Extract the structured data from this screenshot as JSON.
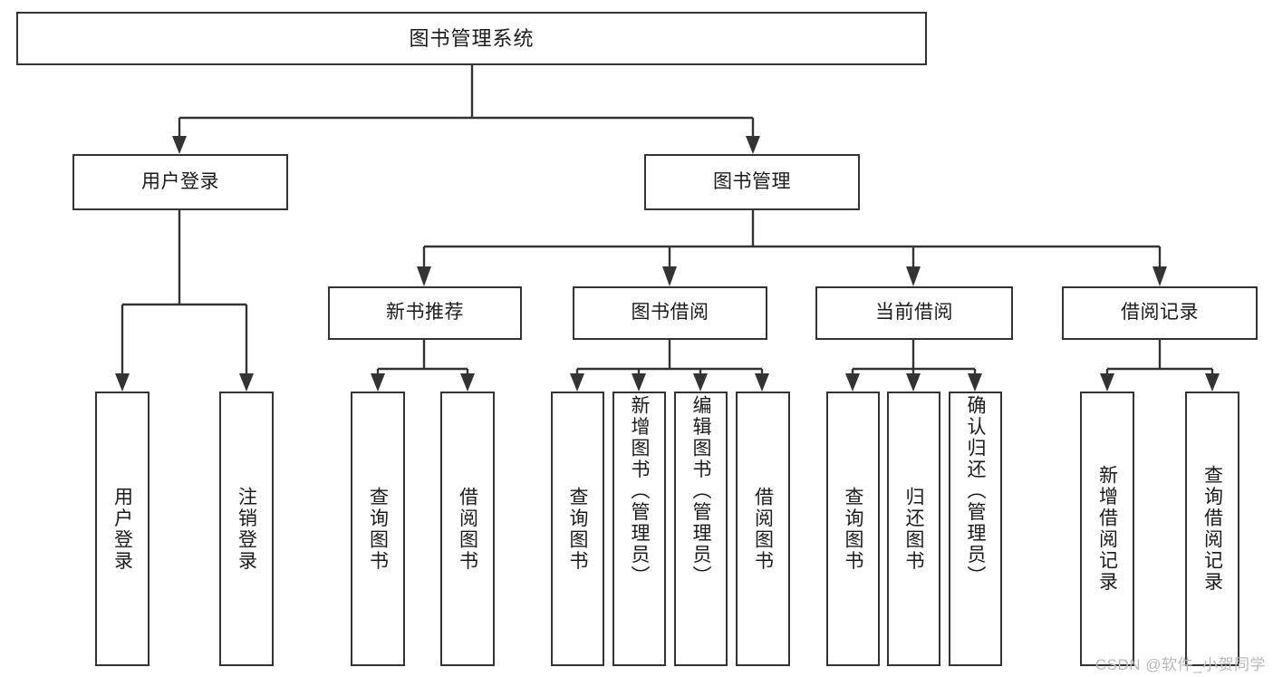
{
  "diagram": {
    "type": "tree-hierarchy",
    "title": "图书管理系统",
    "orientation": "top-down",
    "edge_style": "orthogonal-arrow",
    "colors": {
      "box_border": "#333333",
      "box_fill": "#ffffff",
      "edge": "#333333",
      "text": "#1b1b1b",
      "watermark": "#b9b9b9",
      "background": "#ffffff"
    }
  },
  "root": {
    "label": "图书管理系统"
  },
  "level2": [
    {
      "label": "用户登录"
    },
    {
      "label": "图书管理"
    }
  ],
  "level3": [
    {
      "label": "新书推荐"
    },
    {
      "label": "图书借阅"
    },
    {
      "label": "当前借阅"
    },
    {
      "label": "借阅记录"
    }
  ],
  "leaves": {
    "user_login": [
      {
        "label": "用户登录"
      },
      {
        "label": "注销登录"
      }
    ],
    "new_book_recommend": [
      {
        "label": "查询图书"
      },
      {
        "label": "借阅图书"
      }
    ],
    "book_borrow": [
      {
        "label": "查询图书"
      },
      {
        "label": "新增图书（管理员）"
      },
      {
        "label": "编辑图书（管理员）"
      },
      {
        "label": "借阅图书"
      }
    ],
    "current_borrow": [
      {
        "label": "查询图书"
      },
      {
        "label": "归还图书"
      },
      {
        "label": "确认归还（管理员）"
      }
    ],
    "borrow_record": [
      {
        "label": "新增借阅记录"
      },
      {
        "label": "查询借阅记录"
      }
    ]
  },
  "watermark": {
    "text": "CSDN @软件_小贺同学"
  }
}
